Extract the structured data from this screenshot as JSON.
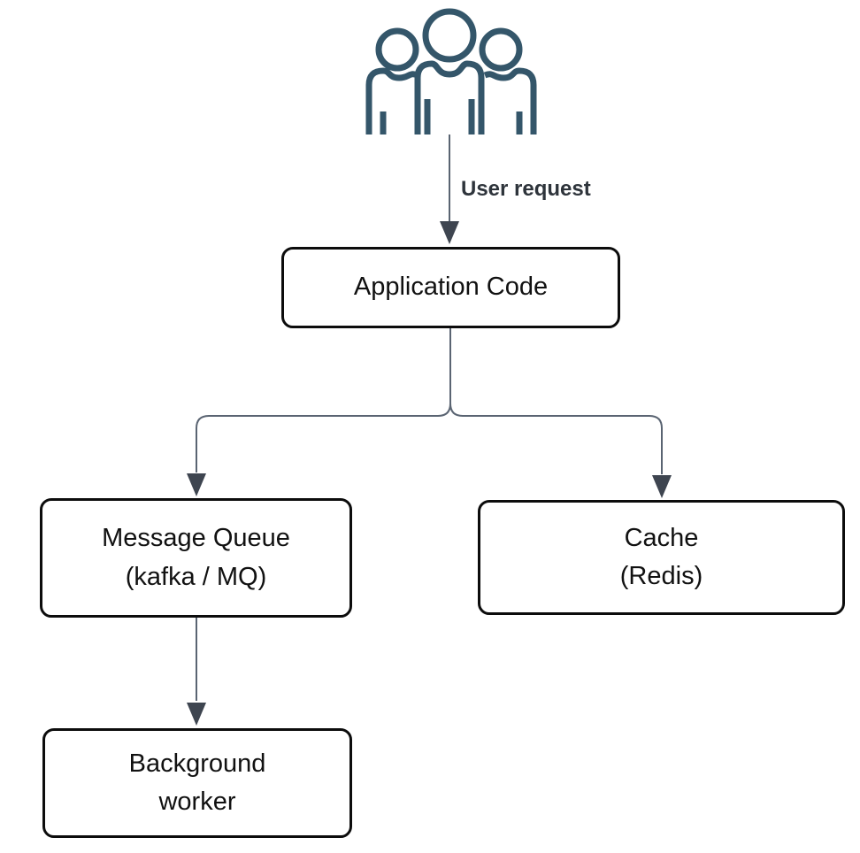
{
  "diagram": {
    "edge_label": "User request",
    "nodes": {
      "application": {
        "label": "Application Code"
      },
      "message_queue": {
        "label": "Message Queue\n(kafka / MQ)"
      },
      "cache": {
        "label": "Cache\n(Redis)"
      },
      "worker": {
        "label": "Background\nworker"
      }
    },
    "icon": "users-group-icon",
    "colors": {
      "node_border": "#0c0c0c",
      "node_text": "#111111",
      "edge_line": "#5a6472",
      "arrowhead": "#3e4550",
      "icon_stroke": "#34566a",
      "edge_label_text": "#2e343b",
      "background": "#ffffff"
    }
  }
}
